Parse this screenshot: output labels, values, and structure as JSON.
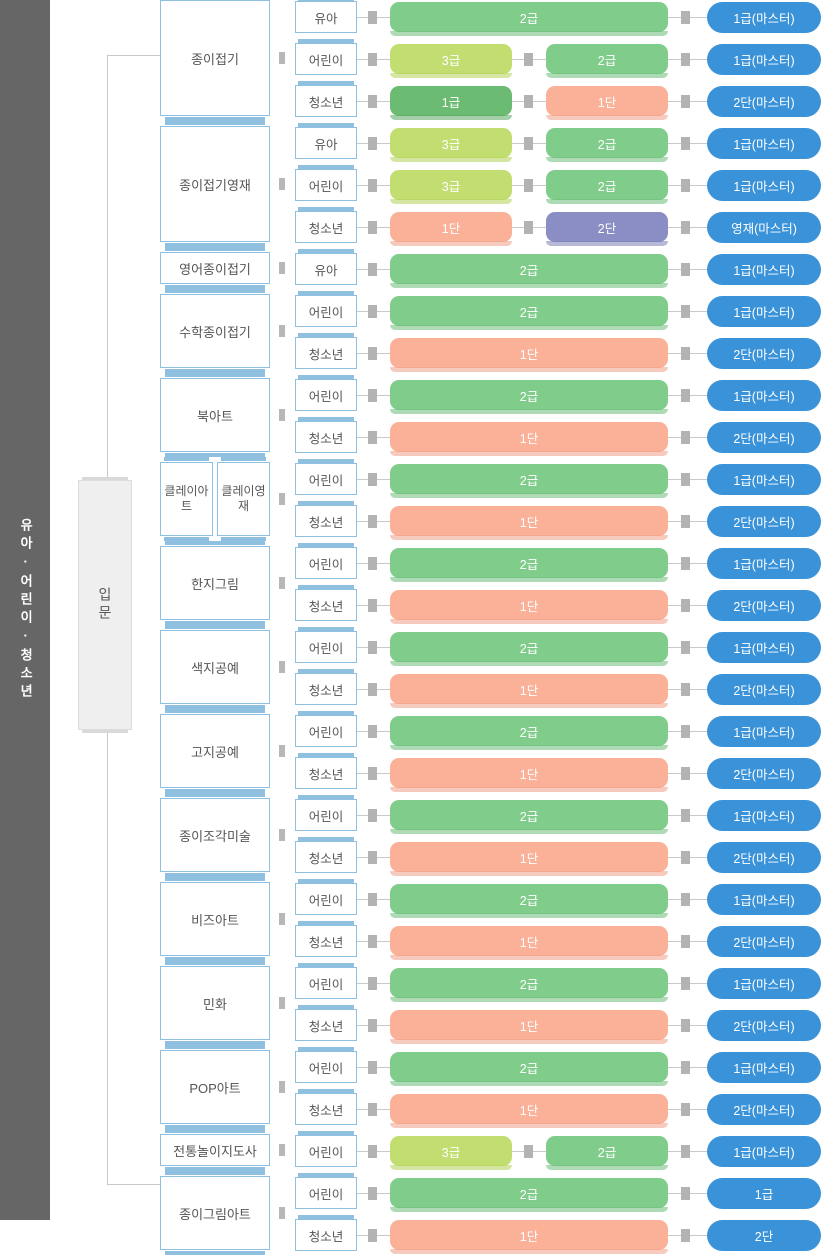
{
  "rail": {
    "label": "유아·어린이·청소년"
  },
  "entry": {
    "label": "입문"
  },
  "colors": {
    "rail_bg": "#666666",
    "box_border": "#8fc0e0",
    "grade3": "#c2de71",
    "grade2": "#7fcc8b",
    "grade1": "#6cbb72",
    "dan1": "#fab198",
    "dan2": "#8b8ec4",
    "master": "#3a92d8",
    "line": "#c8c8c8"
  },
  "icons": {
    "connector": "connector-nub-icon",
    "separator": "connector-separator-icon"
  },
  "rows": [
    {
      "subject": "종이접기",
      "age": "유아",
      "levels": [
        "2급"
      ],
      "master": "1급(마스터)"
    },
    {
      "subject": "",
      "age": "어린이",
      "levels": [
        "3급",
        "2급"
      ],
      "master": "1급(마스터)"
    },
    {
      "subject": "",
      "age": "청소년",
      "levels": [
        "1급",
        "1단"
      ],
      "master": "2단(마스터)"
    },
    {
      "subject": "종이접기영재",
      "age": "유아",
      "levels": [
        "3급",
        "2급"
      ],
      "master": "1급(마스터)"
    },
    {
      "subject": "",
      "age": "어린이",
      "levels": [
        "3급",
        "2급"
      ],
      "master": "1급(마스터)"
    },
    {
      "subject": "",
      "age": "청소년",
      "levels": [
        "1단",
        "2단"
      ],
      "master": "영재(마스터)"
    },
    {
      "subject": "영어종이접기",
      "age": "유아",
      "levels": [
        "2급"
      ],
      "master": "1급(마스터)"
    },
    {
      "subject": "수학종이접기",
      "age": "어린이",
      "levels": [
        "2급"
      ],
      "master": "1급(마스터)"
    },
    {
      "subject": "",
      "age": "청소년",
      "levels": [
        "1단"
      ],
      "master": "2단(마스터)"
    },
    {
      "subject": "북아트",
      "age": "어린이",
      "levels": [
        "2급"
      ],
      "master": "1급(마스터)"
    },
    {
      "subject": "",
      "age": "청소년",
      "levels": [
        "1단"
      ],
      "master": "2단(마스터)"
    },
    {
      "subject": "클레이아트",
      "age": "어린이",
      "levels": [
        "2급"
      ],
      "master": "1급(마스터)"
    },
    {
      "subject": "",
      "age": "청소년",
      "levels": [
        "1단"
      ],
      "master": "2단(마스터)"
    },
    {
      "subject": "한지그림",
      "age": "어린이",
      "levels": [
        "2급"
      ],
      "master": "1급(마스터)"
    },
    {
      "subject": "",
      "age": "청소년",
      "levels": [
        "1단"
      ],
      "master": "2단(마스터)"
    },
    {
      "subject": "색지공예",
      "age": "어린이",
      "levels": [
        "2급"
      ],
      "master": "1급(마스터)"
    },
    {
      "subject": "",
      "age": "청소년",
      "levels": [
        "1단"
      ],
      "master": "2단(마스터)"
    },
    {
      "subject": "고지공예",
      "age": "어린이",
      "levels": [
        "2급"
      ],
      "master": "1급(마스터)"
    },
    {
      "subject": "",
      "age": "청소년",
      "levels": [
        "1단"
      ],
      "master": "2단(마스터)"
    },
    {
      "subject": "종이조각미술",
      "age": "어린이",
      "levels": [
        "2급"
      ],
      "master": "1급(마스터)"
    },
    {
      "subject": "",
      "age": "청소년",
      "levels": [
        "1단"
      ],
      "master": "2단(마스터)"
    },
    {
      "subject": "비즈아트",
      "age": "어린이",
      "levels": [
        "2급"
      ],
      "master": "1급(마스터)"
    },
    {
      "subject": "",
      "age": "청소년",
      "levels": [
        "1단"
      ],
      "master": "2단(마스터)"
    },
    {
      "subject": "민화",
      "age": "어린이",
      "levels": [
        "2급"
      ],
      "master": "1급(마스터)"
    },
    {
      "subject": "",
      "age": "청소년",
      "levels": [
        "1단"
      ],
      "master": "2단(마스터)"
    },
    {
      "subject": "POP아트",
      "age": "어린이",
      "levels": [
        "2급"
      ],
      "master": "1급(마스터)"
    },
    {
      "subject": "",
      "age": "청소년",
      "levels": [
        "1단"
      ],
      "master": "2단(마스터)"
    },
    {
      "subject": "전통놀이지도사",
      "age": "어린이",
      "levels": [
        "3급",
        "2급"
      ],
      "master": "1급(마스터)"
    },
    {
      "subject": "종이그림아트",
      "age": "어린이",
      "levels": [
        "2급"
      ],
      "master": "1급"
    },
    {
      "subject": "",
      "age": "청소년",
      "levels": [
        "1단"
      ],
      "master": "2단"
    }
  ],
  "subjects": [
    {
      "label": "종이접기",
      "split": null
    },
    {
      "label": "종이접기영재",
      "split": null
    },
    {
      "label": "영어종이접기",
      "split": null
    },
    {
      "label": "수학종이접기",
      "split": null
    },
    {
      "label": "북아트",
      "split": null
    },
    {
      "label": "",
      "split": [
        "클레이아트",
        "클레이영재"
      ]
    },
    {
      "label": "한지그림",
      "split": null
    },
    {
      "label": "색지공예",
      "split": null
    },
    {
      "label": "고지공예",
      "split": null
    },
    {
      "label": "종이조각미술",
      "split": null
    },
    {
      "label": "비즈아트",
      "split": null
    },
    {
      "label": "민화",
      "split": null
    },
    {
      "label": "POP아트",
      "split": null
    },
    {
      "label": "전통놀이지도사",
      "split": null
    },
    {
      "label": "종이그림아트",
      "split": null
    }
  ]
}
